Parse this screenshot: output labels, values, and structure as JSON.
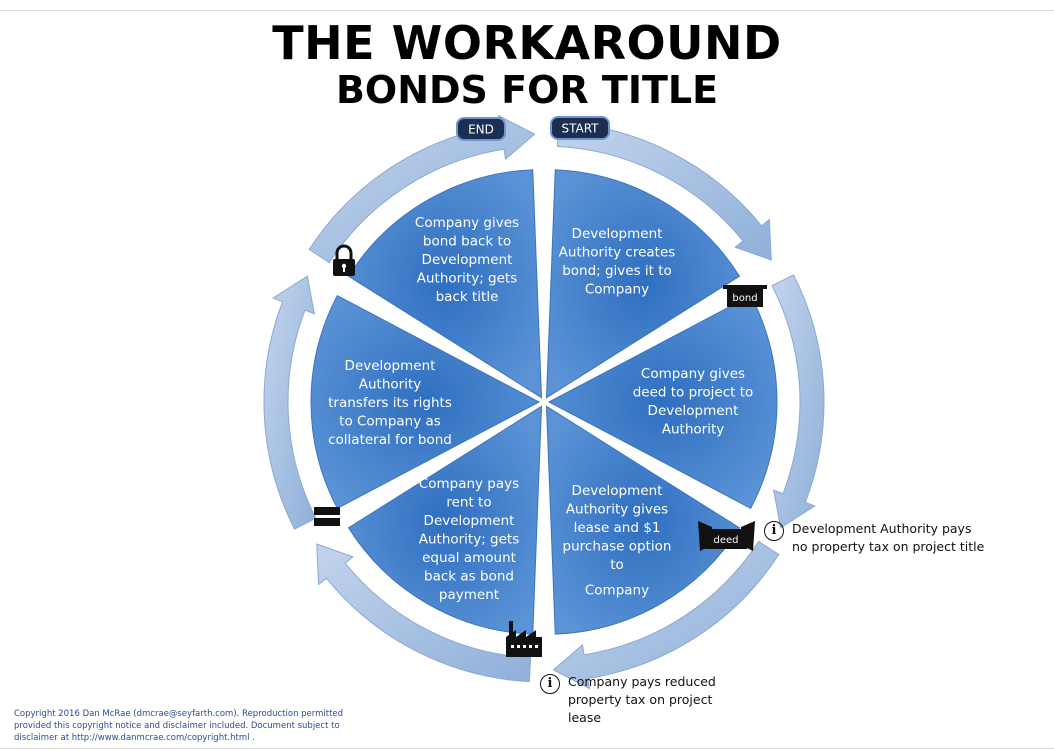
{
  "title": "THE WORKAROUND",
  "subtitle": "BONDS FOR TITLE",
  "labels": {
    "end": "END",
    "start": "START",
    "bond": "bond",
    "deed": "deed"
  },
  "segments": [
    {
      "lines": [
        "Development",
        "Authority creates",
        "bond; gives it to",
        "Company"
      ]
    },
    {
      "lines": [
        "Company gives",
        "deed to project to",
        "Development",
        "Authority"
      ]
    },
    {
      "lines": [
        "Development",
        "Authority gives",
        "lease and $1",
        "purchase option",
        "to",
        "Company"
      ]
    },
    {
      "lines": [
        "Company pays",
        "rent to",
        "Development",
        "Authority; gets",
        "equal amount",
        "back as bond",
        "payment"
      ]
    },
    {
      "lines": [
        "Development",
        "Authority",
        "transfers its rights",
        "to Company as",
        "collateral for bond"
      ]
    },
    {
      "lines": [
        "Company gives",
        "bond back to",
        "Development",
        "Authority; gets",
        "back title"
      ]
    }
  ],
  "notes": {
    "authority_tax": [
      "Development Authority pays",
      "no property tax on project title"
    ],
    "company_tax": [
      "Company pays reduced",
      "property tax on project",
      "lease"
    ]
  },
  "copyright": [
    "Copyright 2016 Dan McRae (dmcrae@seyfarth.com). Reproduction permitted",
    "provided this copyright notice and disclaimer included. Document subject to",
    "disclaimer at http://www.danmcrae.com/copyright.html ."
  ],
  "icons": [
    "lock-icon",
    "equals-icon",
    "factory-icon",
    "info-icon"
  ],
  "colors": {
    "segment": "#4a86cc",
    "ring": "#a9c0e0",
    "pill": "#1c2f52",
    "text": "#ffffff"
  }
}
